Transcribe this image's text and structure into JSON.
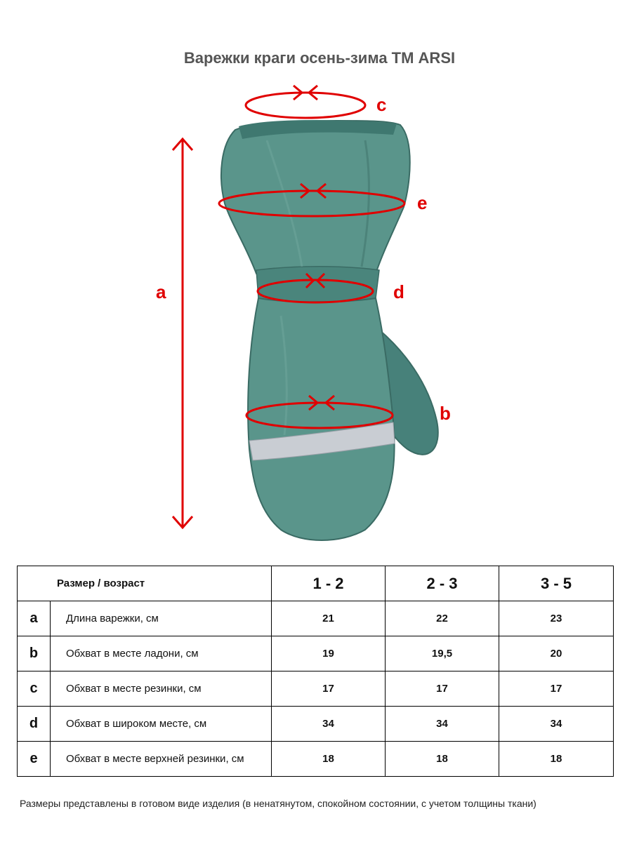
{
  "title": "Варежки краги осень-зима ТМ ARSI",
  "labels": {
    "a": "a",
    "b": "b",
    "c": "c",
    "d": "d",
    "e": "e"
  },
  "colors": {
    "mitten": "#4e8a80",
    "mitten_dark": "#3e7269",
    "measure": "#e00000",
    "reflector": "#c9cdd3"
  },
  "table": {
    "header_label": "Размер / возраст",
    "sizes": [
      "1 - 2",
      "2 - 3",
      "3 - 5"
    ],
    "rows": [
      {
        "key": "a",
        "desc": "Длина варежки, см",
        "values": [
          "21",
          "22",
          "23"
        ]
      },
      {
        "key": "b",
        "desc": "Обхват в месте ладони, см",
        "values": [
          "19",
          "19,5",
          "20"
        ]
      },
      {
        "key": "c",
        "desc": "Обхват в месте резинки, см",
        "values": [
          "17",
          "17",
          "17"
        ]
      },
      {
        "key": "d",
        "desc": "Обхват в широком месте, см",
        "values": [
          "34",
          "34",
          "34"
        ]
      },
      {
        "key": "e",
        "desc": "Обхват в месте верхней резинки, см",
        "values": [
          "18",
          "18",
          "18"
        ]
      }
    ]
  },
  "note": "Размеры представлены в готовом виде изделия (в ненатянутом, спокойном состоянии, с учетом толщины ткани)"
}
